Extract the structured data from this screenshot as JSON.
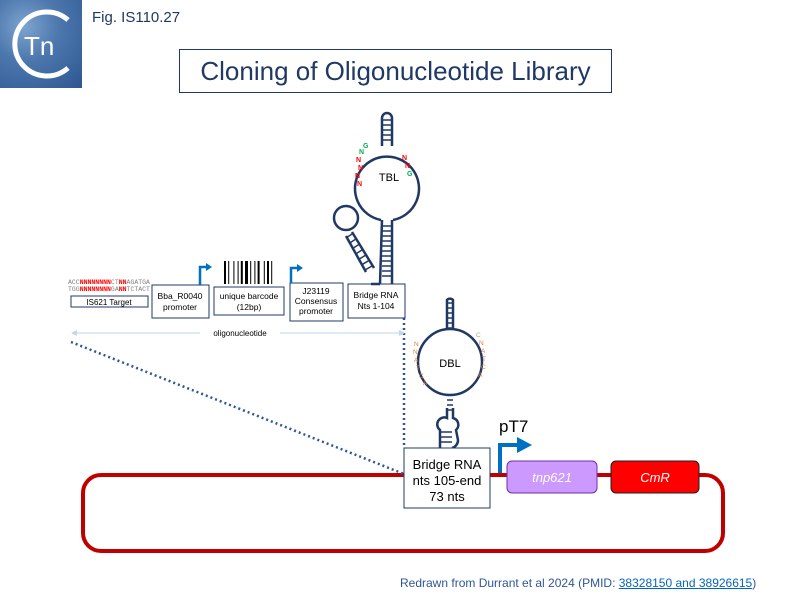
{
  "header": {
    "logo_text": "Tn",
    "figure_label": "Fig. IS110.27",
    "title": "Cloning of Oligonucleotide Library"
  },
  "oligo": {
    "seq_top": [
      "ACC",
      "NNNNNNNN",
      "CT",
      "NN",
      "AGATGA"
    ],
    "seq_bottom": [
      "TGG",
      "NNNNNNNN",
      "GA",
      "NN",
      "TCTACT"
    ],
    "target_label": "IS621 Target",
    "promoter1": [
      "Bba_R0040",
      "promoter"
    ],
    "barcode": [
      "unique barcode",
      "(12bp)"
    ],
    "promoter2": [
      "J23119",
      "Consensus",
      "promoter"
    ],
    "bridge_part1": [
      "Bridge RNA",
      "Nts 1-104"
    ],
    "oligo_label": "oligonucleotide"
  },
  "loops": {
    "tbl": "TBL",
    "dbl": "DBL"
  },
  "plasmid": {
    "bridge_part2": [
      "Bridge RNA",
      "nts 105-end",
      "73 nts"
    ],
    "promoter": "pT7",
    "gene1": "tnp621",
    "gene2": "CmR"
  },
  "credit": {
    "text": "Redrawn from Durrant et al 2024 (PMID: ",
    "pmid1": "38328150",
    "and": " and ",
    "pmid2": "38926615",
    "close": ")"
  },
  "colors": {
    "navy": "#1f3864",
    "rna": "#203864",
    "backbone": "#c00000",
    "promoter_arrow": "#0070c0",
    "tnp_fill": "#cc99ff",
    "cmr_fill": "#ff0000",
    "link_dots": "#2f5597",
    "seq_red": "#ff0000",
    "seq_gray": "#7f7f7f"
  }
}
